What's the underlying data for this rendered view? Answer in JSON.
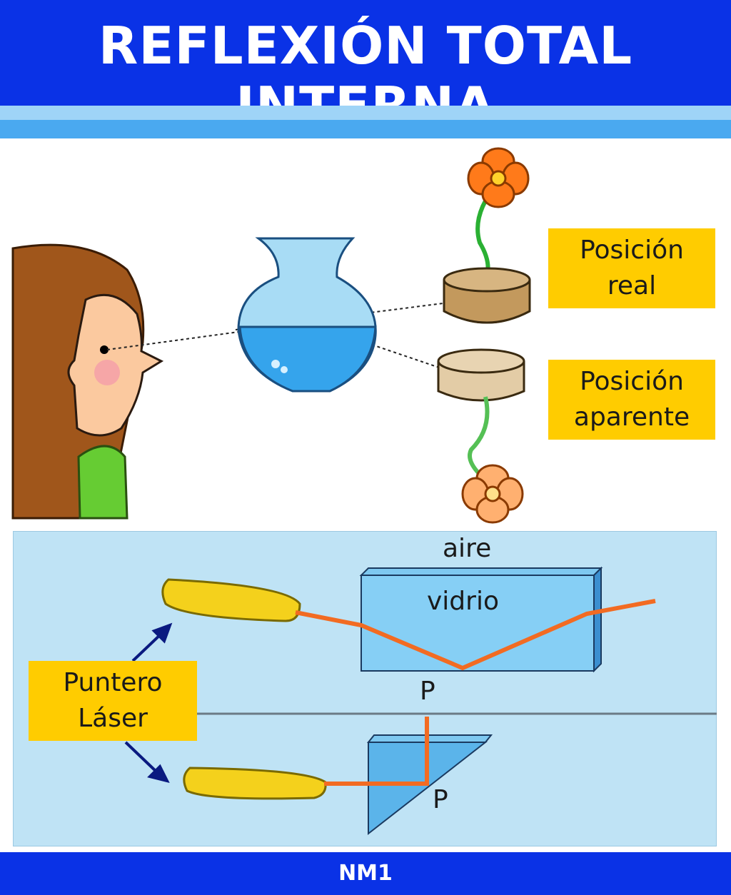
{
  "header": {
    "title": "REFLEXIÓN TOTAL INTERNA"
  },
  "top_scene": {
    "label_real": [
      "Posición",
      "real"
    ],
    "label_apparent": [
      "Posición",
      "aparente"
    ]
  },
  "bottom_scene": {
    "label_air": "aire",
    "label_glass": "vidrio",
    "label_laser": [
      "Puntero",
      "Láser"
    ],
    "label_p_top": "P",
    "label_p_bottom": "P"
  },
  "footer": {
    "text": "NM1"
  },
  "colors": {
    "header_blue": "#0a32e6",
    "label_yellow": "#ffcc00",
    "laser_beam": "#f26b22",
    "water_blue": "#35a4ec",
    "panel_blue": "#bfe3f5"
  }
}
